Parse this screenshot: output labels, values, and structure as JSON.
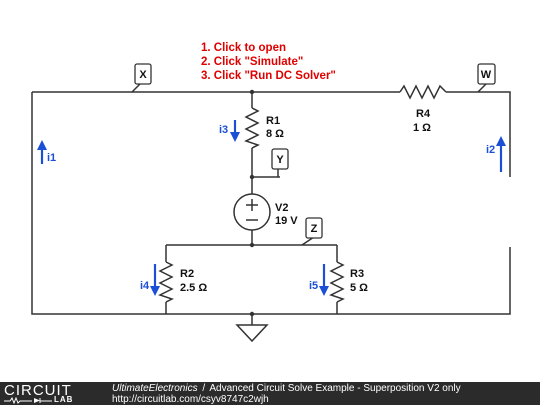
{
  "instructions": [
    "1. Click to open",
    "2. Click \"Simulate\"",
    "3. Click \"Run DC Solver\""
  ],
  "probes": {
    "x": "X",
    "w": "W",
    "y": "Y",
    "z": "Z"
  },
  "components": {
    "r1": {
      "name": "R1",
      "value": "8 Ω"
    },
    "r2": {
      "name": "R2",
      "value": "2.5 Ω"
    },
    "r3": {
      "name": "R3",
      "value": "5 Ω"
    },
    "r4": {
      "name": "R4",
      "value": "1 Ω"
    },
    "v2": {
      "name": "V2",
      "value": "19 V"
    }
  },
  "currents": {
    "i1": "i1",
    "i2": "i2",
    "i3": "i3",
    "i4": "i4",
    "i5": "i5"
  },
  "footer": {
    "logo_circuit": "CIRCUIT",
    "logo_lab": "LAB",
    "user": "UltimateElectronics",
    "separator": "/",
    "title": "Advanced Circuit Solve Example - Superposition V2 only",
    "url": "http://circuitlab.com/csyv8747c2wjh"
  },
  "colors": {
    "instructions": "#e00000",
    "current_arrows": "#1a4fd6",
    "footer_bg": "#2b2b2b"
  }
}
